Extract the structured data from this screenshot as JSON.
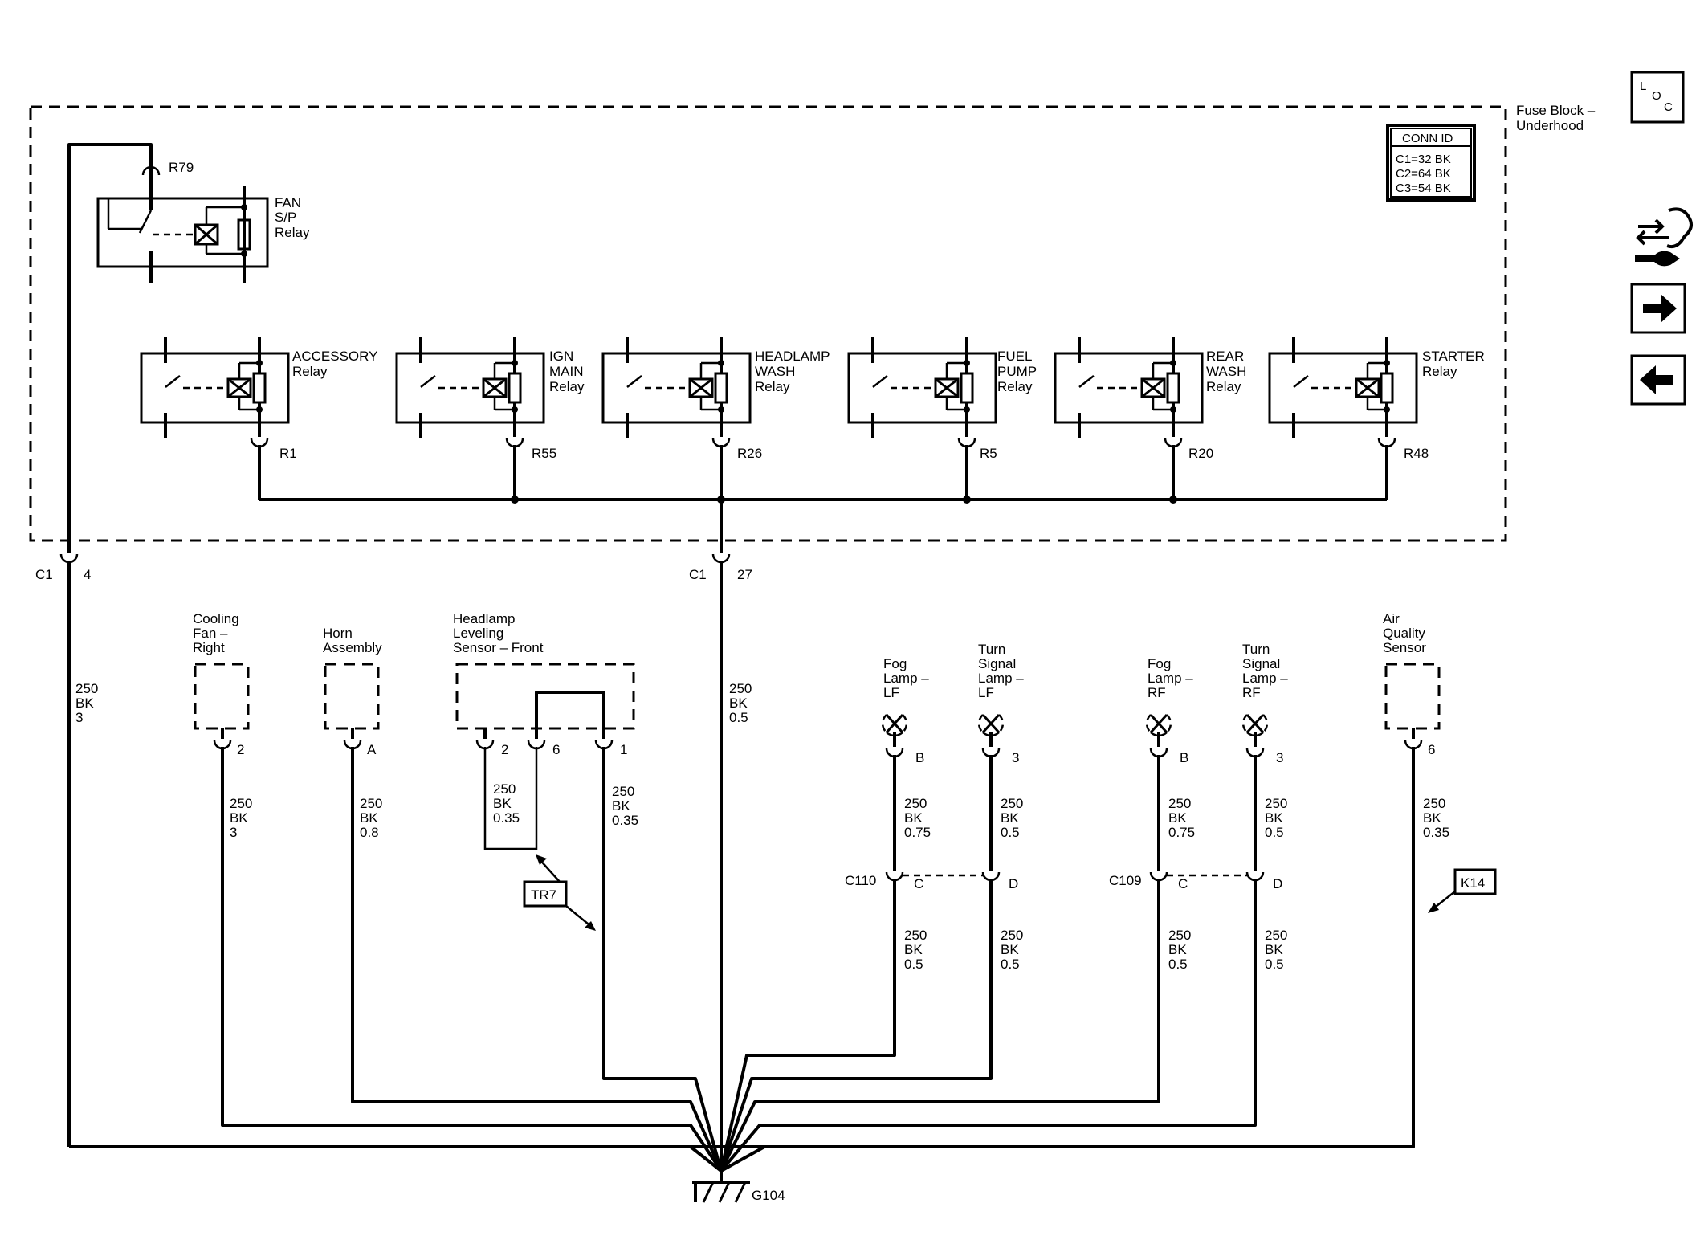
{
  "fuse_block": {
    "title_line1": "Fuse Block –",
    "title_line2": "Underhood",
    "conn_id_header": "CONN ID",
    "conn_ids": [
      "C1=32 BK",
      "C2=64 BK",
      "C3=54 BK"
    ]
  },
  "nav": {
    "loc_l": "L",
    "loc_o": "O",
    "loc_c": "C"
  },
  "relays": {
    "fan": {
      "lines": [
        "FAN",
        "S/P",
        "Relay"
      ],
      "terminal": "R79"
    },
    "accessory": {
      "lines": [
        "ACCESSORY",
        "Relay"
      ],
      "terminal": "R1"
    },
    "ign_main": {
      "lines": [
        "IGN",
        "MAIN",
        "Relay"
      ],
      "terminal": "R55"
    },
    "headlamp_wash": {
      "lines": [
        "HEADLAMP",
        "WASH",
        "Relay"
      ],
      "terminal": "R26"
    },
    "fuel_pump": {
      "lines": [
        "FUEL",
        "PUMP",
        "Relay"
      ],
      "terminal": "R5"
    },
    "rear_wash": {
      "lines": [
        "REAR",
        "WASH",
        "Relay"
      ],
      "terminal": "R20"
    },
    "starter": {
      "lines": [
        "STARTER",
        "Relay"
      ],
      "terminal": "R48"
    }
  },
  "connectors": {
    "c1_left": {
      "name": "C1",
      "pin": "4"
    },
    "c1_mid": {
      "name": "C1",
      "pin": "27"
    },
    "c110": {
      "name": "C110",
      "pin_a": "C",
      "pin_b": "D"
    },
    "c109": {
      "name": "C109",
      "pin_a": "C",
      "pin_b": "D"
    }
  },
  "components": {
    "cooling_fan": {
      "lines": [
        "Cooling",
        "Fan –",
        "Right"
      ],
      "pin": "2"
    },
    "horn": {
      "lines": [
        "Horn",
        "Assembly"
      ],
      "pin": "A"
    },
    "headlamp_leveling": {
      "lines": [
        "Headlamp",
        "Leveling",
        "Sensor – Front"
      ],
      "pins": [
        "2",
        "6",
        "1"
      ]
    },
    "fog_lf": {
      "lines": [
        "Fog",
        "Lamp –",
        "LF"
      ],
      "pin": "B"
    },
    "turn_lf": {
      "lines": [
        "Turn",
        "Signal",
        "Lamp –",
        "LF"
      ],
      "pin": "3"
    },
    "fog_rf": {
      "lines": [
        "Fog",
        "Lamp –",
        "RF"
      ],
      "pin": "B"
    },
    "turn_rf": {
      "lines": [
        "Turn",
        "Signal",
        "Lamp –",
        "RF"
      ],
      "pin": "3"
    },
    "air_quality": {
      "lines": [
        "Air",
        "Quality",
        "Sensor"
      ],
      "pin": "6"
    }
  },
  "wires": {
    "w_c1_4": [
      "250",
      "BK",
      "3"
    ],
    "w_c1_27": [
      "250",
      "BK",
      "0.5"
    ],
    "w_fan": [
      "250",
      "BK",
      "3"
    ],
    "w_horn": [
      "250",
      "BK",
      "0.8"
    ],
    "w_hls_2": [
      "250",
      "BK",
      "0.35"
    ],
    "w_hls_1": [
      "250",
      "BK",
      "0.35"
    ],
    "w_fog_lf": [
      "250",
      "BK",
      "0.75"
    ],
    "w_turn_lf": [
      "250",
      "BK",
      "0.5"
    ],
    "w_fog_rf": [
      "250",
      "BK",
      "0.75"
    ],
    "w_turn_rf": [
      "250",
      "BK",
      "0.5"
    ],
    "w_aq": [
      "250",
      "BK",
      "0.35"
    ],
    "w_c110_c": [
      "250",
      "BK",
      "0.5"
    ],
    "w_c110_d": [
      "250",
      "BK",
      "0.5"
    ],
    "w_c109_c": [
      "250",
      "BK",
      "0.5"
    ],
    "w_c109_d": [
      "250",
      "BK",
      "0.5"
    ]
  },
  "references": {
    "tr7": "TR7",
    "k14": "K14"
  },
  "ground": {
    "name": "G104"
  }
}
